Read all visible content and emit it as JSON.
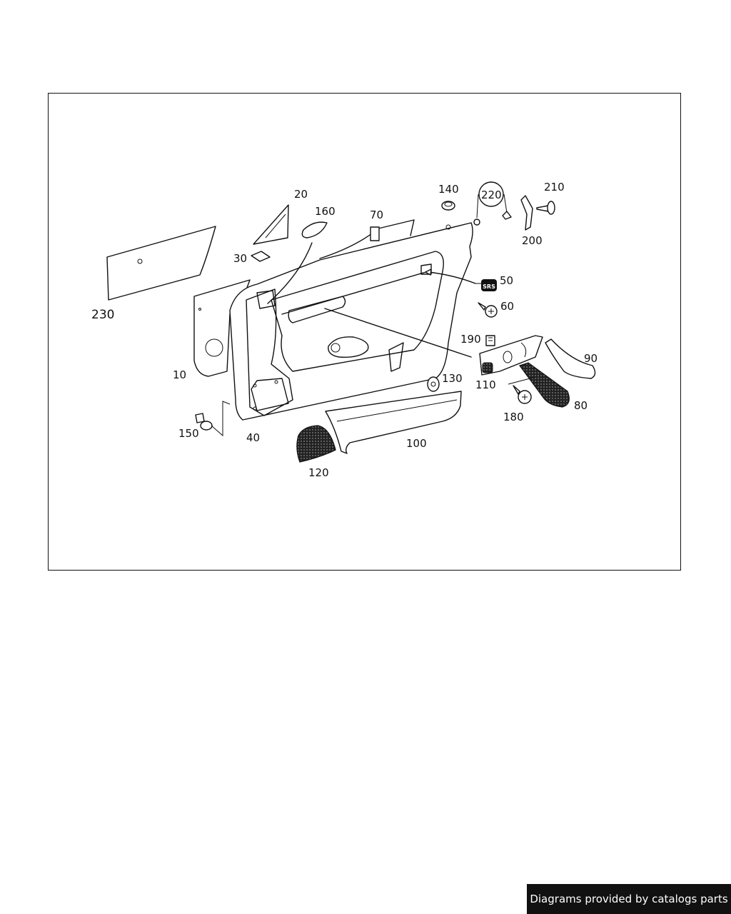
{
  "diagram": {
    "parts": [
      {
        "id": "p10",
        "label": "10"
      },
      {
        "id": "p20",
        "label": "20"
      },
      {
        "id": "p30",
        "label": "30"
      },
      {
        "id": "p40",
        "label": "40"
      },
      {
        "id": "p50",
        "label": "50"
      },
      {
        "id": "p60",
        "label": "60"
      },
      {
        "id": "p70",
        "label": "70"
      },
      {
        "id": "p80",
        "label": "80"
      },
      {
        "id": "p90",
        "label": "90"
      },
      {
        "id": "p100",
        "label": "100"
      },
      {
        "id": "p110",
        "label": "110"
      },
      {
        "id": "p120",
        "label": "120"
      },
      {
        "id": "p130",
        "label": "130"
      },
      {
        "id": "p140",
        "label": "140"
      },
      {
        "id": "p150",
        "label": "150"
      },
      {
        "id": "p160",
        "label": "160"
      },
      {
        "id": "p180",
        "label": "180"
      },
      {
        "id": "p190",
        "label": "190"
      },
      {
        "id": "p200",
        "label": "200"
      },
      {
        "id": "p210",
        "label": "210"
      },
      {
        "id": "p220",
        "label": "220"
      },
      {
        "id": "p230",
        "label": "230"
      }
    ],
    "emblem_text": "SRS"
  },
  "footer": {
    "credit": "Diagrams provided by catalogs parts"
  }
}
